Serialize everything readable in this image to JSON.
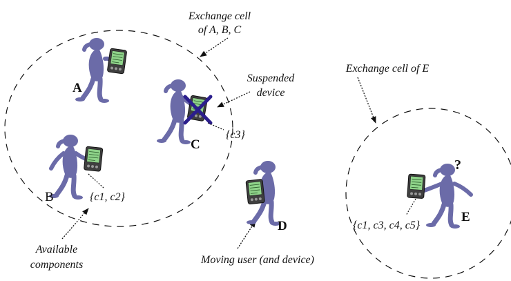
{
  "annotations": {
    "exchange_cell_abc_line1": "Exchange cell",
    "exchange_cell_abc_line2": "of A, B, C",
    "suspended_line1": "Suspended",
    "suspended_line2": "device",
    "exchange_cell_e": "Exchange cell of E",
    "available_line1": "Available",
    "available_line2": "components",
    "moving_user": "Moving user (and device)"
  },
  "nodes": {
    "a": "A",
    "b": "B",
    "c": "C",
    "d": "D",
    "e": "E"
  },
  "components": {
    "b": "{c1, c2}",
    "c": "{c3}",
    "e": "{c1, c3, c4, c5}"
  },
  "question_mark": "?",
  "colors": {
    "figure": "#6B6BA8",
    "figure_dark": "#4E4E8A",
    "device_screen": "#8FD38A",
    "cross": "#2B1E8C",
    "line": "#111111"
  }
}
